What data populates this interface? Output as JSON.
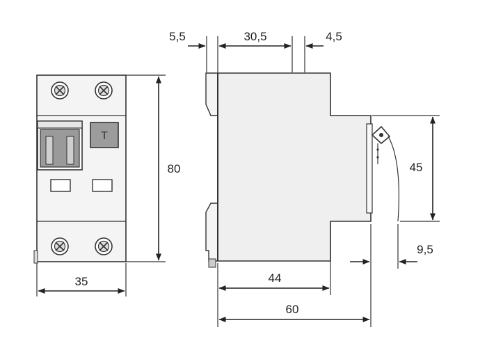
{
  "front_view": {
    "test_button_label": "T"
  },
  "dimensions": {
    "front_width": "35",
    "front_height": "80",
    "side_top_left_gap": "5,5",
    "side_top_width": "30,5",
    "side_top_right_gap": "4,5",
    "side_step_height": "45",
    "side_hook_offset": "9,5",
    "side_base_depth": "44",
    "side_total_depth": "60"
  },
  "colors": {
    "outline": "#222222",
    "body_fill": "#efefef",
    "switch_fill": "#9a9a9a",
    "test_button_fill": "#9c9c9c"
  }
}
